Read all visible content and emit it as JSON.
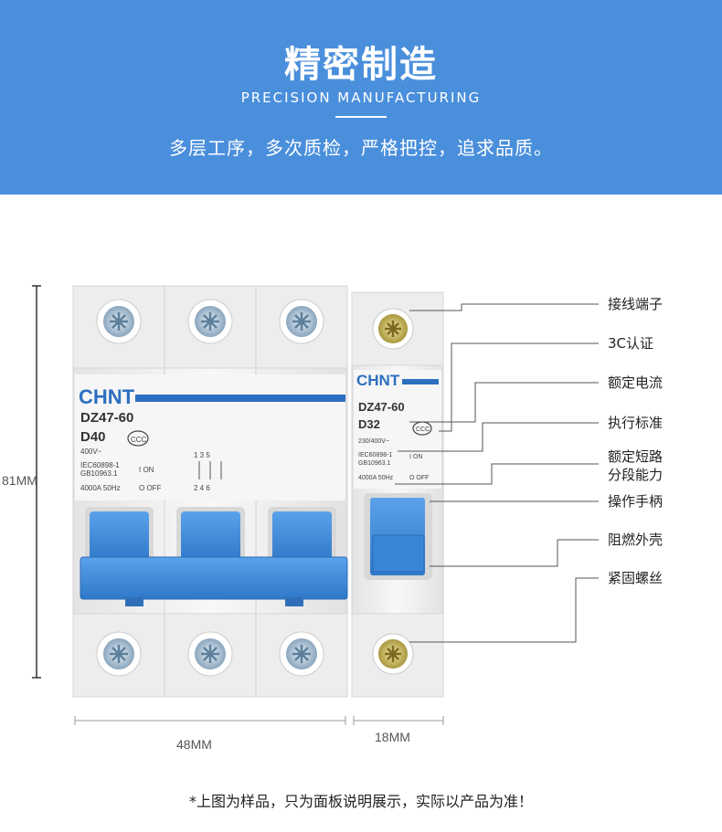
{
  "banner": {
    "title": "精密制造",
    "subtitle": "Precision manufacturing",
    "slogan": "多层工序，多次质检，严格把控，追求品质。"
  },
  "colors": {
    "banner": "#4a8fdc",
    "breaker_blue": "#3a86d6",
    "body": "#f0f0f0"
  },
  "breaker_3p": {
    "brand": "CHNT",
    "model": "DZ47-60",
    "rating": "D40",
    "voltage": "400V~",
    "standard1": "IEC60898-1",
    "standard2": "GB10963.1",
    "capacity": "4000A 50Hz",
    "on_label": "I ON",
    "off_label": "O OFF",
    "poles_top": "1  3  5",
    "poles_bottom": "2  4  6"
  },
  "breaker_1p": {
    "brand": "CHNT",
    "model": "DZ47-60",
    "rating": "D32",
    "voltage": "230/400V~",
    "standard1": "IEC60898-1",
    "standard2": "GB10963.1",
    "capacity": "4000A 50Hz",
    "on_label": "I ON",
    "off_label": "O OFF"
  },
  "dimensions": {
    "height": "81MM",
    "width_3p": "48MM",
    "width_1p": "18MM"
  },
  "callouts": [
    "接线端子",
    "3C认证",
    "额定电流",
    "执行标准",
    "额定短路\n分段能力",
    "操作手柄",
    "阻燃外壳",
    "紧固螺丝"
  ],
  "footnote": "*上图为样品，只为面板说明展示，实际以产品为准！"
}
